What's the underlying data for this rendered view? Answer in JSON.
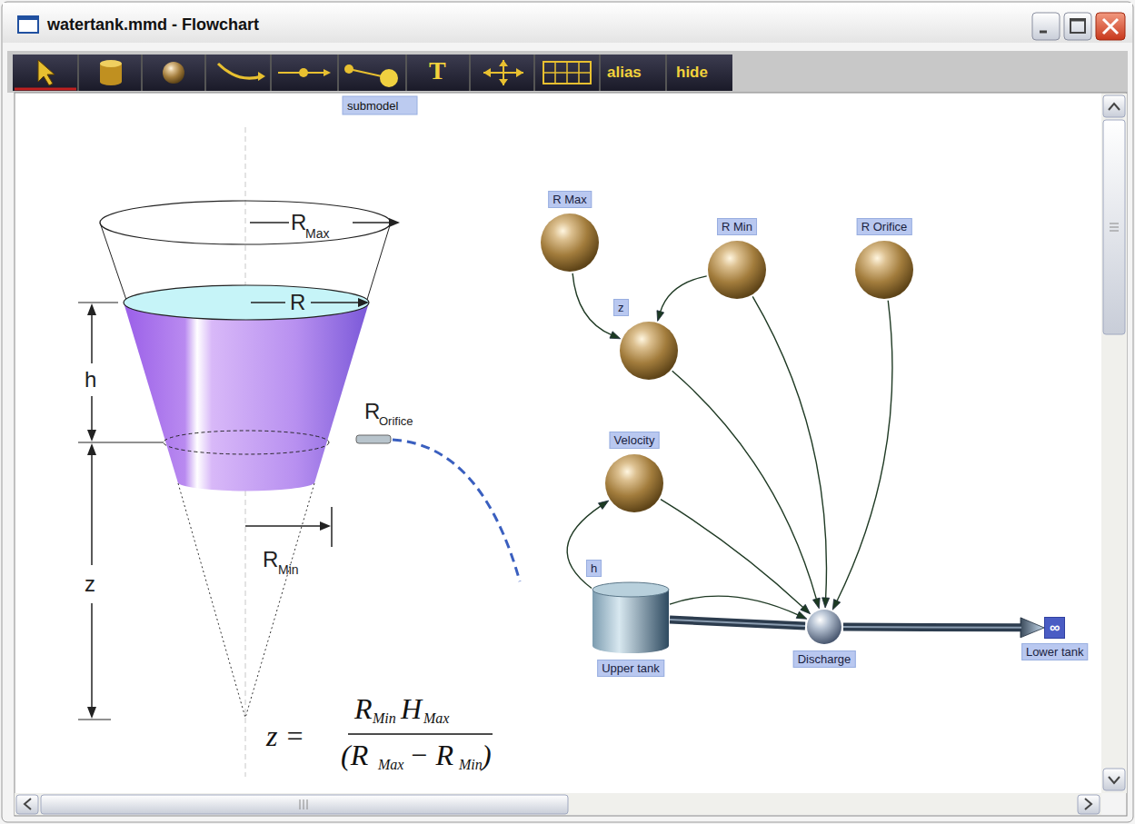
{
  "diagram": {
    "title": "watertank.mmd - Flowchart",
    "nodes": [
      {
        "text": [
          "R Max"
        ]
      },
      {
        "text": [
          "R Min"
        ]
      },
      {
        "text": [
          "R Orifice"
        ]
      },
      {
        "text": [
          "z"
        ]
      },
      {
        "text": [
          "Velocity"
        ]
      },
      {
        "text": [
          "h",
          "Upper tank"
        ]
      },
      {
        "text": [
          "Discharge"
        ]
      },
      {
        "text": [
          "∞",
          "Lower tank"
        ]
      }
    ],
    "edges": [
      {
        "from": 0,
        "to": 3,
        "arrow": "to"
      },
      {
        "from": 1,
        "to": 3,
        "arrow": "to"
      },
      {
        "from": 1,
        "to": 6,
        "arrow": "to"
      },
      {
        "from": 2,
        "to": 6,
        "arrow": "to"
      },
      {
        "from": 3,
        "to": 6,
        "arrow": "to"
      },
      {
        "from": 4,
        "to": 6,
        "arrow": "to"
      },
      {
        "from": 5,
        "to": 4,
        "arrow": "to"
      },
      {
        "from": 5,
        "to": 6,
        "arrow": "to"
      },
      {
        "from": 5,
        "to": 6,
        "arrow": "none"
      },
      {
        "from": 6,
        "to": 7,
        "arrow": "to"
      }
    ],
    "labels": [
      "T",
      "alias",
      "hide",
      "submodel",
      "R",
      "Max",
      "R",
      "h",
      "R",
      "Orifice",
      "R",
      "Min",
      "z",
      "z =",
      "R",
      "Min",
      "H",
      "Max",
      "(R",
      "Max",
      "− R",
      "Min",
      ")"
    ]
  }
}
